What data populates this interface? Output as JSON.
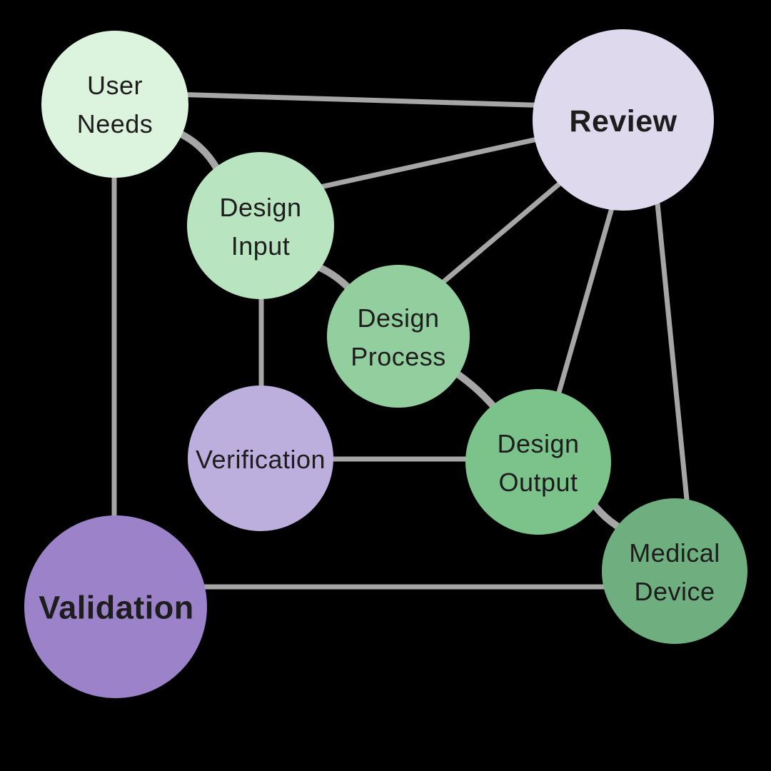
{
  "diagram": {
    "name": "design-controls-process-diagram",
    "colors": {
      "background": "#000000",
      "edge": "#a6a6a6",
      "text": "#1d1d1d"
    },
    "nodes": [
      {
        "id": "user-needs",
        "label": "User\nNeeds",
        "color": "#dcf4de",
        "emphasis": "normal"
      },
      {
        "id": "design-input",
        "label": "Design\nInput",
        "color": "#b8e4c0",
        "emphasis": "normal"
      },
      {
        "id": "design-process",
        "label": "Design\nProcess",
        "color": "#93cf9e",
        "emphasis": "normal"
      },
      {
        "id": "design-output",
        "label": "Design\nOutput",
        "color": "#7cc28b",
        "emphasis": "normal"
      },
      {
        "id": "medical-device",
        "label": "Medical\nDevice",
        "color": "#6fae7e",
        "emphasis": "normal"
      },
      {
        "id": "review",
        "label": "Review",
        "color": "#ded9ed",
        "emphasis": "bold"
      },
      {
        "id": "verification",
        "label": "Verification",
        "color": "#bcaedd",
        "emphasis": "normal"
      },
      {
        "id": "validation",
        "label": "Validation",
        "color": "#9b82c9",
        "emphasis": "bold"
      }
    ],
    "edges": [
      {
        "from": "user-needs",
        "to": "review",
        "style": "straight"
      },
      {
        "from": "user-needs",
        "to": "design-input",
        "style": "arc"
      },
      {
        "from": "user-needs",
        "to": "validation",
        "style": "straight"
      },
      {
        "from": "design-input",
        "to": "review",
        "style": "straight"
      },
      {
        "from": "design-input",
        "to": "design-process",
        "style": "arc"
      },
      {
        "from": "design-input",
        "to": "verification",
        "style": "straight"
      },
      {
        "from": "design-process",
        "to": "review",
        "style": "straight"
      },
      {
        "from": "design-process",
        "to": "design-output",
        "style": "arc"
      },
      {
        "from": "design-output",
        "to": "review",
        "style": "straight"
      },
      {
        "from": "design-output",
        "to": "verification",
        "style": "straight"
      },
      {
        "from": "design-output",
        "to": "medical-device",
        "style": "arc"
      },
      {
        "from": "medical-device",
        "to": "review",
        "style": "straight"
      },
      {
        "from": "medical-device",
        "to": "validation",
        "style": "straight"
      }
    ]
  }
}
